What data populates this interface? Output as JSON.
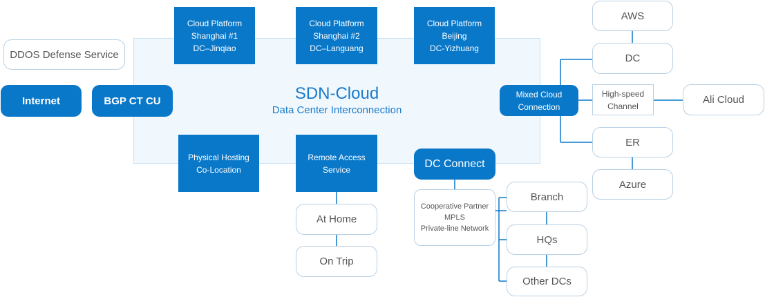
{
  "core": {
    "title": "SDN-Cloud",
    "subtitle": "Data Center Interconnection"
  },
  "cloud_platforms": [
    {
      "line1": "Cloud Platform",
      "line2": "Shanghai #1",
      "line3": "DC–Jinqiao"
    },
    {
      "line1": "Cloud Platform",
      "line2": "Shanghai #2",
      "line3": "DC–Languang"
    },
    {
      "line1": "Cloud Platform",
      "line2": "Beijing",
      "line3": "DC-Yizhuang"
    }
  ],
  "left": {
    "ddos": "DDOS Defense Service",
    "internet": "Internet",
    "bgp": "BGP CT CU"
  },
  "bottom": {
    "physical_hosting": {
      "line1": "Physical Hosting",
      "line2": "Co-Location"
    },
    "remote_access": {
      "line1": "Remote Access",
      "line2": "Service"
    },
    "at_home": "At Home",
    "on_trip": "On Trip",
    "dc_connect": "DC Connect",
    "partner": {
      "line1": "Cooperative Partner",
      "line2": "MPLS",
      "line3": "Private-line Network"
    },
    "branch": "Branch",
    "hqs": "HQs",
    "other_dcs": "Other DCs"
  },
  "right": {
    "mixed_cloud": {
      "line1": "Mixed Cloud",
      "line2": "Connection"
    },
    "aws": "AWS",
    "dc": "DC",
    "high_speed": {
      "line1": "High-speed",
      "line2": "Channel"
    },
    "ali_cloud": "Ali Cloud",
    "er": "ER",
    "azure": "Azure"
  },
  "colors": {
    "primary": "#0a78c9",
    "core_bg": "#f1f8fd",
    "border": "#b8d0e4",
    "text": "#555555"
  }
}
